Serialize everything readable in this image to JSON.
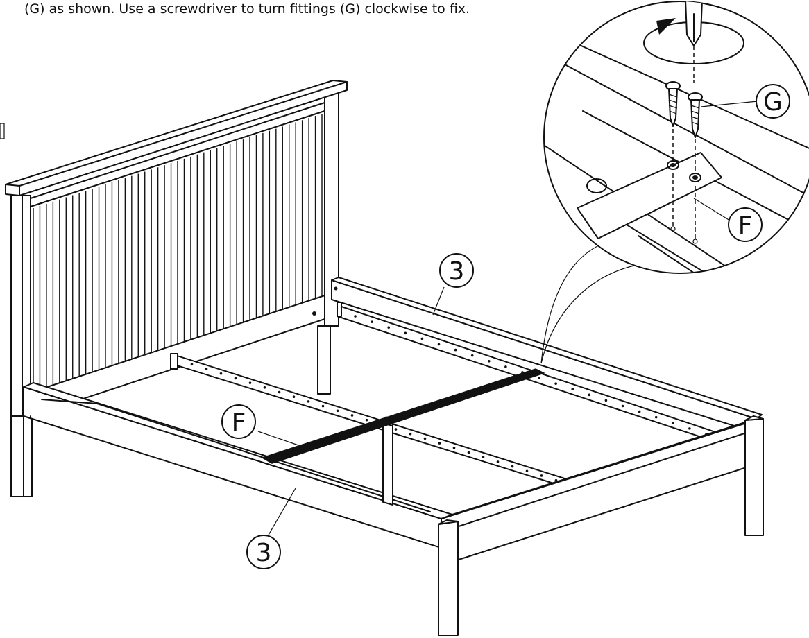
{
  "instruction": {
    "text": "(G) as shown. Use a screwdriver to turn fittings (G) clockwise to fix."
  },
  "labels": {
    "rail_top": "3",
    "rail_bottom": "3",
    "slat": "F",
    "detail_screws": "G",
    "detail_plate": "F"
  },
  "colors": {
    "line": "#111111",
    "background": "#ffffff"
  }
}
